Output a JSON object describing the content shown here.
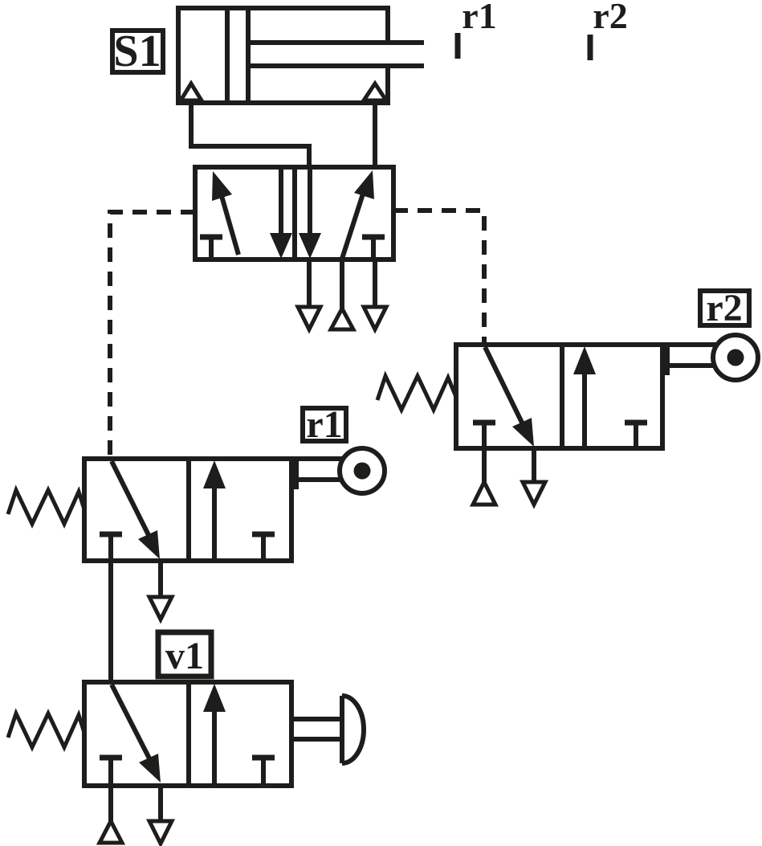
{
  "diagram": {
    "background": "#ffffff",
    "ink": "#1d1d1b",
    "components": {
      "cylinder": {
        "tag": "S1",
        "symbol": "double-acting-cylinder"
      },
      "markers": {
        "left": "r1",
        "right": "r2"
      },
      "main_valve": {
        "symbol": "5-2-way-double-pilot-valve"
      },
      "valve_r1": {
        "tag": "r1",
        "symbol": "3-2-way-roller-valve-spring-return"
      },
      "valve_r2": {
        "tag": "r2",
        "symbol": "3-2-way-roller-valve-spring-return"
      },
      "valve_v1": {
        "tag": "v1",
        "symbol": "3-2-way-pushbutton-valve-spring-return"
      }
    }
  }
}
